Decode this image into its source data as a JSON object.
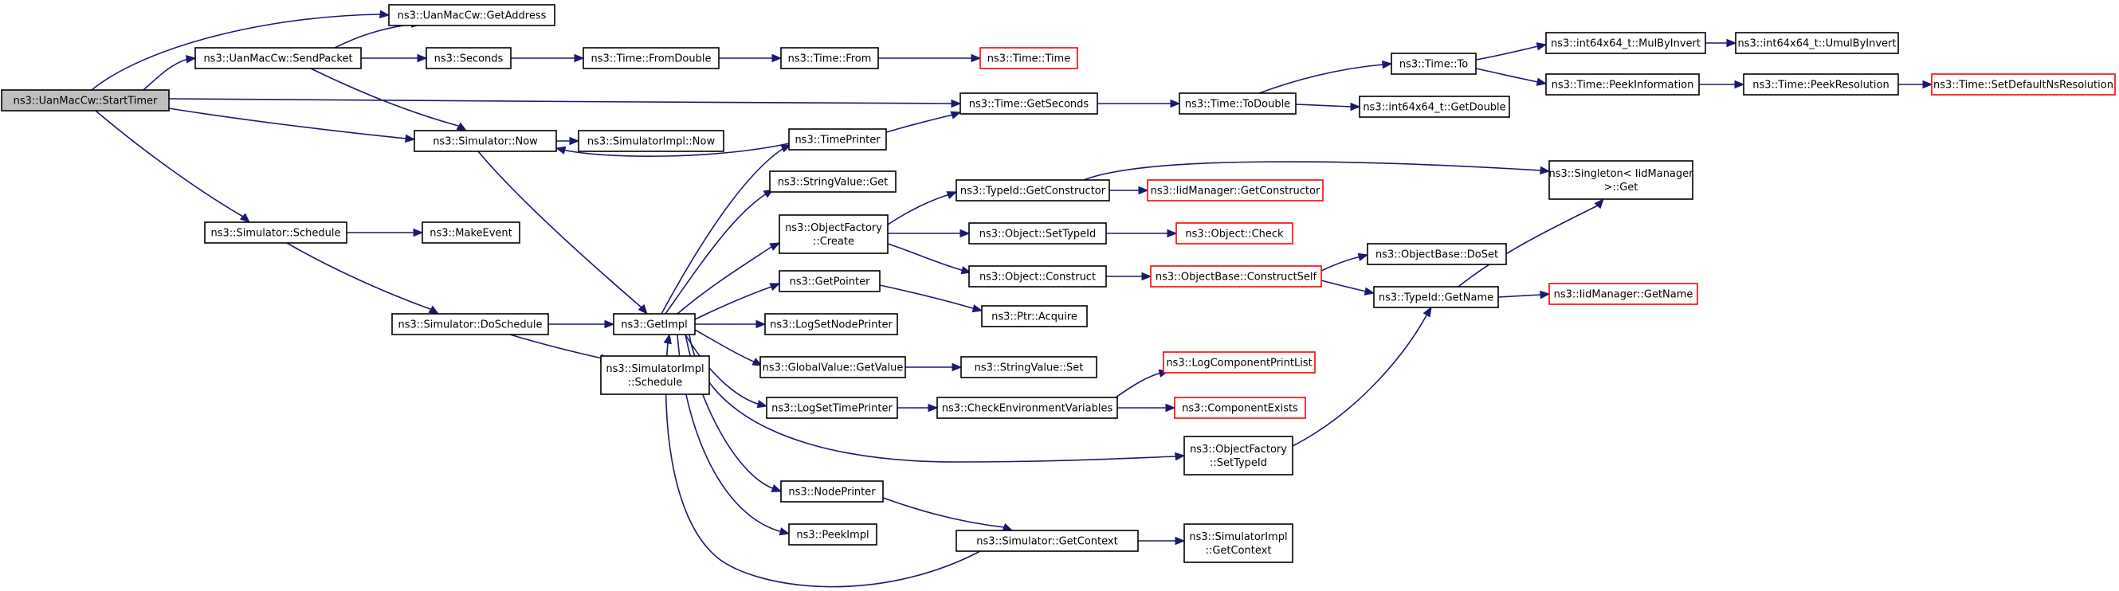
{
  "diagram": {
    "type": "call-graph",
    "colors": {
      "edge": "#191970",
      "node_border": "#000000",
      "node_border_truncated": "#ff0000",
      "root_fill": "#bfbfbf",
      "node_fill": "#ffffff"
    },
    "nodes": [
      {
        "id": "start_timer",
        "lines": [
          "ns3::UanMacCw::StartTimer"
        ],
        "style": "root"
      },
      {
        "id": "get_address",
        "lines": [
          "ns3::UanMacCw::GetAddress"
        ],
        "style": "normal"
      },
      {
        "id": "send_packet",
        "lines": [
          "ns3::UanMacCw::SendPacket"
        ],
        "style": "normal"
      },
      {
        "id": "seconds",
        "lines": [
          "ns3::Seconds"
        ],
        "style": "normal"
      },
      {
        "id": "from_double",
        "lines": [
          "ns3::Time::FromDouble"
        ],
        "style": "normal"
      },
      {
        "id": "time_from",
        "lines": [
          "ns3::Time::From"
        ],
        "style": "normal"
      },
      {
        "id": "time_time",
        "lines": [
          "ns3::Time::Time"
        ],
        "style": "truncated"
      },
      {
        "id": "get_seconds",
        "lines": [
          "ns3::Time::GetSeconds"
        ],
        "style": "normal"
      },
      {
        "id": "to_double",
        "lines": [
          "ns3::Time::ToDouble"
        ],
        "style": "normal"
      },
      {
        "id": "time_to",
        "lines": [
          "ns3::Time::To"
        ],
        "style": "normal"
      },
      {
        "id": "mul_by_invert",
        "lines": [
          "ns3::int64x64_t::MulByInvert"
        ],
        "style": "normal"
      },
      {
        "id": "umul_by_invert",
        "lines": [
          "ns3::int64x64_t::UmulByInvert"
        ],
        "style": "normal"
      },
      {
        "id": "peek_information",
        "lines": [
          "ns3::Time::PeekInformation"
        ],
        "style": "normal"
      },
      {
        "id": "peek_resolution",
        "lines": [
          "ns3::Time::PeekResolution"
        ],
        "style": "normal"
      },
      {
        "id": "set_default_ns",
        "lines": [
          "ns3::Time::SetDefaultNsResolution"
        ],
        "style": "truncated"
      },
      {
        "id": "int64_get_double",
        "lines": [
          "ns3::int64x64_t::GetDouble"
        ],
        "style": "normal"
      },
      {
        "id": "simulator_now",
        "lines": [
          "ns3::Simulator::Now"
        ],
        "style": "normal"
      },
      {
        "id": "simimpl_now",
        "lines": [
          "ns3::SimulatorImpl::Now"
        ],
        "style": "normal"
      },
      {
        "id": "time_printer",
        "lines": [
          "ns3::TimePrinter"
        ],
        "style": "normal"
      },
      {
        "id": "string_value_get",
        "lines": [
          "ns3::StringValue::Get"
        ],
        "style": "normal"
      },
      {
        "id": "typeid_get_constructor",
        "lines": [
          "ns3::TypeId::GetConstructor"
        ],
        "style": "normal"
      },
      {
        "id": "iid_get_constructor",
        "lines": [
          "ns3::IidManager::GetConstructor"
        ],
        "style": "truncated"
      },
      {
        "id": "singleton_get",
        "lines": [
          "ns3::Singleton< IidManager",
          " >::Get"
        ],
        "style": "normal"
      },
      {
        "id": "object_factory_create",
        "lines": [
          "ns3::ObjectFactory",
          "::Create"
        ],
        "style": "normal"
      },
      {
        "id": "object_set_typeid",
        "lines": [
          "ns3::Object::SetTypeId"
        ],
        "style": "normal"
      },
      {
        "id": "object_check",
        "lines": [
          "ns3::Object::Check"
        ],
        "style": "truncated"
      },
      {
        "id": "object_construct",
        "lines": [
          "ns3::Object::Construct"
        ],
        "style": "normal"
      },
      {
        "id": "objectbase_construct_self",
        "lines": [
          "ns3::ObjectBase::ConstructSelf"
        ],
        "style": "truncated"
      },
      {
        "id": "objectbase_doset",
        "lines": [
          "ns3::ObjectBase::DoSet"
        ],
        "style": "normal"
      },
      {
        "id": "typeid_get_name",
        "lines": [
          "ns3::TypeId::GetName"
        ],
        "style": "normal"
      },
      {
        "id": "iid_get_name",
        "lines": [
          "ns3::IidManager::GetName"
        ],
        "style": "truncated"
      },
      {
        "id": "simulator_schedule",
        "lines": [
          "ns3::Simulator::Schedule"
        ],
        "style": "normal"
      },
      {
        "id": "make_event",
        "lines": [
          "ns3::MakeEvent"
        ],
        "style": "normal"
      },
      {
        "id": "simulator_doschedule",
        "lines": [
          "ns3::Simulator::DoSchedule"
        ],
        "style": "normal"
      },
      {
        "id": "simimpl_schedule",
        "lines": [
          "ns3::SimulatorImpl",
          "::Schedule"
        ],
        "style": "normal"
      },
      {
        "id": "get_impl",
        "lines": [
          "ns3::GetImpl"
        ],
        "style": "normal"
      },
      {
        "id": "get_pointer",
        "lines": [
          "ns3::GetPointer"
        ],
        "style": "normal"
      },
      {
        "id": "ptr_acquire",
        "lines": [
          "ns3::Ptr::Acquire"
        ],
        "style": "normal"
      },
      {
        "id": "log_set_node_printer",
        "lines": [
          "ns3::LogSetNodePrinter"
        ],
        "style": "normal"
      },
      {
        "id": "global_value_get_value",
        "lines": [
          "ns3::GlobalValue::GetValue"
        ],
        "style": "normal"
      },
      {
        "id": "string_value_set",
        "lines": [
          "ns3::StringValue::Set"
        ],
        "style": "normal"
      },
      {
        "id": "log_set_time_printer",
        "lines": [
          "ns3::LogSetTimePrinter"
        ],
        "style": "normal"
      },
      {
        "id": "check_env_vars",
        "lines": [
          "ns3::CheckEnvironmentVariables"
        ],
        "style": "normal"
      },
      {
        "id": "log_component_print_list",
        "lines": [
          "ns3::LogComponentPrintList"
        ],
        "style": "truncated"
      },
      {
        "id": "component_exists",
        "lines": [
          "ns3::ComponentExists"
        ],
        "style": "truncated"
      },
      {
        "id": "object_factory_set_typeid",
        "lines": [
          "ns3::ObjectFactory",
          "::SetTypeId"
        ],
        "style": "normal"
      },
      {
        "id": "node_printer",
        "lines": [
          "ns3::NodePrinter"
        ],
        "style": "normal"
      },
      {
        "id": "peek_impl",
        "lines": [
          "ns3::PeekImpl"
        ],
        "style": "normal"
      },
      {
        "id": "simulator_get_context",
        "lines": [
          "ns3::Simulator::GetContext"
        ],
        "style": "normal"
      },
      {
        "id": "simimpl_get_context",
        "lines": [
          "ns3::SimulatorImpl",
          "::GetContext"
        ],
        "style": "normal"
      }
    ],
    "edges": [
      {
        "from": "start_timer",
        "to": "get_address"
      },
      {
        "from": "start_timer",
        "to": "send_packet"
      },
      {
        "from": "start_timer",
        "to": "get_seconds"
      },
      {
        "from": "start_timer",
        "to": "simulator_now"
      },
      {
        "from": "start_timer",
        "to": "simulator_schedule"
      },
      {
        "from": "send_packet",
        "to": "get_address"
      },
      {
        "from": "send_packet",
        "to": "seconds"
      },
      {
        "from": "send_packet",
        "to": "simulator_now"
      },
      {
        "from": "seconds",
        "to": "from_double"
      },
      {
        "from": "from_double",
        "to": "time_from"
      },
      {
        "from": "time_from",
        "to": "time_time"
      },
      {
        "from": "get_seconds",
        "to": "to_double"
      },
      {
        "from": "to_double",
        "to": "time_to"
      },
      {
        "from": "to_double",
        "to": "int64_get_double"
      },
      {
        "from": "time_to",
        "to": "mul_by_invert"
      },
      {
        "from": "time_to",
        "to": "peek_information"
      },
      {
        "from": "mul_by_invert",
        "to": "umul_by_invert"
      },
      {
        "from": "peek_information",
        "to": "peek_resolution"
      },
      {
        "from": "peek_resolution",
        "to": "set_default_ns"
      },
      {
        "from": "simulator_now",
        "to": "simimpl_now"
      },
      {
        "from": "simulator_now",
        "to": "get_impl"
      },
      {
        "from": "time_printer",
        "to": "simulator_now"
      },
      {
        "from": "time_printer",
        "to": "get_seconds"
      },
      {
        "from": "simulator_schedule",
        "to": "make_event"
      },
      {
        "from": "simulator_schedule",
        "to": "simulator_doschedule"
      },
      {
        "from": "simulator_doschedule",
        "to": "get_impl"
      },
      {
        "from": "simulator_doschedule",
        "to": "simimpl_schedule"
      },
      {
        "from": "get_impl",
        "to": "time_printer"
      },
      {
        "from": "get_impl",
        "to": "string_value_get"
      },
      {
        "from": "get_impl",
        "to": "object_factory_create"
      },
      {
        "from": "get_impl",
        "to": "get_pointer"
      },
      {
        "from": "get_impl",
        "to": "log_set_node_printer"
      },
      {
        "from": "get_impl",
        "to": "global_value_get_value"
      },
      {
        "from": "get_impl",
        "to": "log_set_time_printer"
      },
      {
        "from": "get_impl",
        "to": "object_factory_set_typeid"
      },
      {
        "from": "get_impl",
        "to": "node_printer"
      },
      {
        "from": "get_impl",
        "to": "peek_impl"
      },
      {
        "from": "simulator_get_context",
        "to": "get_impl"
      },
      {
        "from": "object_factory_create",
        "to": "typeid_get_constructor"
      },
      {
        "from": "object_factory_create",
        "to": "object_set_typeid"
      },
      {
        "from": "object_factory_create",
        "to": "object_construct"
      },
      {
        "from": "typeid_get_constructor",
        "to": "iid_get_constructor"
      },
      {
        "from": "typeid_get_constructor",
        "to": "singleton_get"
      },
      {
        "from": "object_set_typeid",
        "to": "object_check"
      },
      {
        "from": "object_construct",
        "to": "objectbase_construct_self"
      },
      {
        "from": "objectbase_construct_self",
        "to": "objectbase_doset"
      },
      {
        "from": "objectbase_construct_self",
        "to": "typeid_get_name"
      },
      {
        "from": "typeid_get_name",
        "to": "singleton_get"
      },
      {
        "from": "typeid_get_name",
        "to": "iid_get_name"
      },
      {
        "from": "get_pointer",
        "to": "ptr_acquire"
      },
      {
        "from": "global_value_get_value",
        "to": "string_value_set"
      },
      {
        "from": "log_set_time_printer",
        "to": "check_env_vars"
      },
      {
        "from": "check_env_vars",
        "to": "log_component_print_list"
      },
      {
        "from": "check_env_vars",
        "to": "component_exists"
      },
      {
        "from": "object_factory_set_typeid",
        "to": "typeid_get_name"
      },
      {
        "from": "node_printer",
        "to": "simulator_get_context"
      },
      {
        "from": "simulator_get_context",
        "to": "simimpl_get_context"
      }
    ]
  }
}
